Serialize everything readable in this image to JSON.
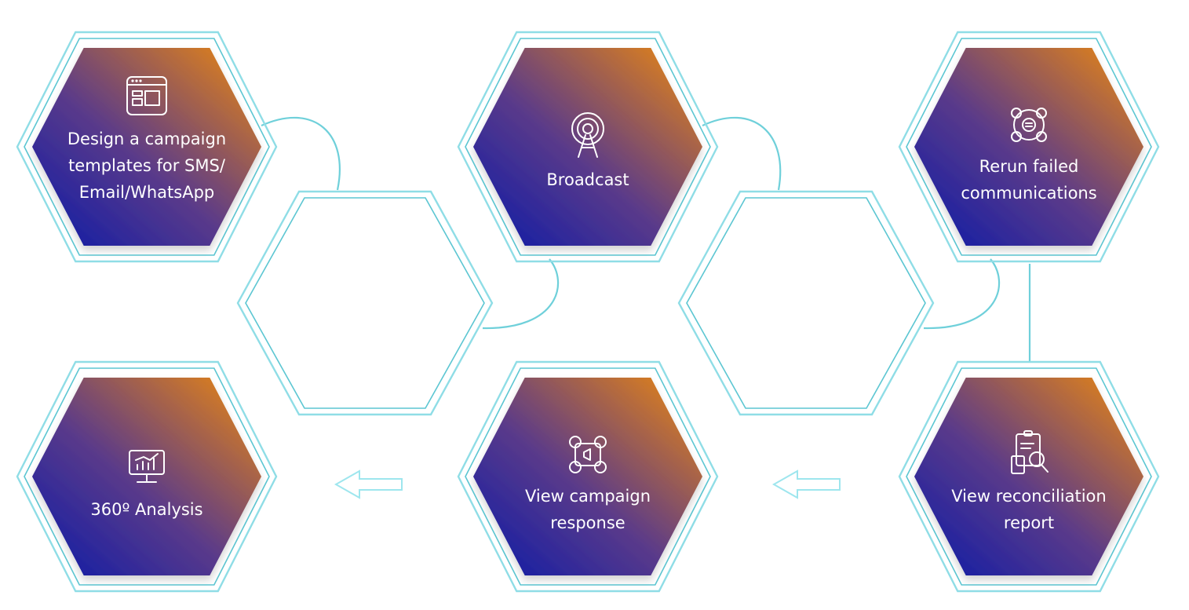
{
  "colors": {
    "gradient_top": "#f08a0c",
    "gradient_bottom": "#0a1aa8",
    "ring": "#6fd0da",
    "label": "#ffffff"
  },
  "steps": [
    {
      "id": "design",
      "lines": [
        "Design a campaign",
        "templates for SMS/",
        "Email/WhatsApp"
      ],
      "icon": "template-layout-icon"
    },
    {
      "id": "broadcast",
      "lines": [
        "Broadcast"
      ],
      "icon": "broadcast-tower-icon"
    },
    {
      "id": "rerun",
      "lines": [
        "Rerun failed",
        "communications"
      ],
      "icon": "network-users-icon"
    },
    {
      "id": "reconciliation",
      "lines": [
        "View reconciliation",
        "report"
      ],
      "icon": "report-calculator-icon"
    },
    {
      "id": "response",
      "lines": [
        "View campaign",
        "response"
      ],
      "icon": "social-media-icon"
    },
    {
      "id": "analysis",
      "lines": [
        "360º Analysis"
      ],
      "icon": "monitor-chart-icon"
    }
  ],
  "arrows": [
    {
      "id": "response-to-analysis",
      "direction": "left"
    },
    {
      "id": "reconciliation-to-response",
      "direction": "left"
    }
  ]
}
